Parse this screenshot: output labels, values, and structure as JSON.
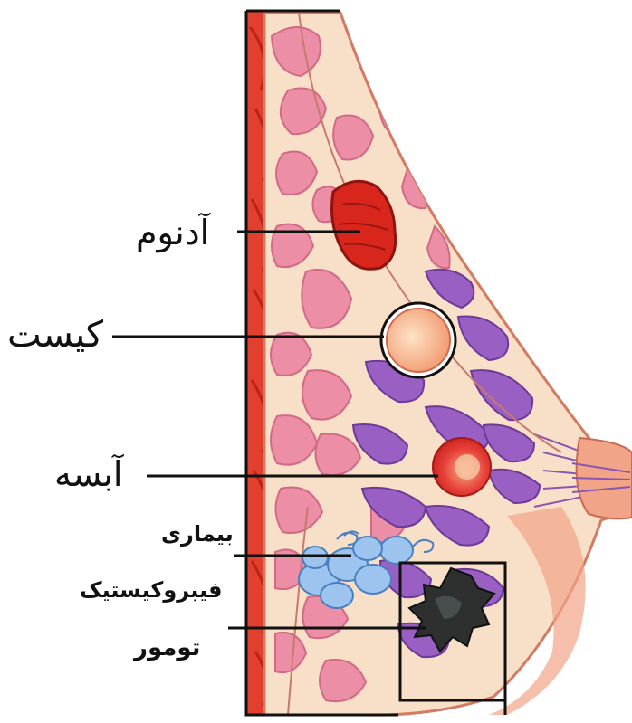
{
  "labels": {
    "adenoma": "آدنوم",
    "cyst": "کیست",
    "abscess": "آبسه",
    "fibrocystic_line1": "بیماری",
    "fibrocystic_line2": "فیبروکیستیک",
    "tumor": "تومور"
  },
  "colors": {
    "muscle": "#e2402e",
    "tissue": "#f8dfc8",
    "lobule_pink": "#eb8ea6",
    "duct_purple": "#9a5fc2",
    "skin": "#f2a488",
    "adenoma": "#d9261d",
    "cyst": "#f7b48a",
    "abscess": "#e8403a",
    "fibrocystic": "#9cc4ee",
    "tumor": "#2e3030",
    "outline": "#222222"
  }
}
